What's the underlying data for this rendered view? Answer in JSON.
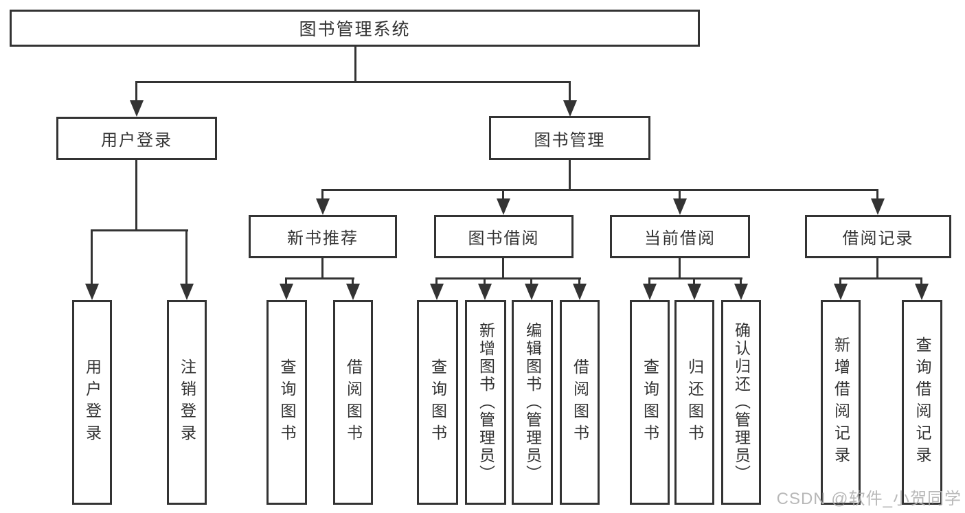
{
  "tree": {
    "root": "图书管理系统",
    "level2": [
      {
        "label": "用户登录"
      },
      {
        "label": "图书管理"
      }
    ],
    "user_login_children": [
      "用户登录",
      "注销登录"
    ],
    "book_mgmt_sections": [
      {
        "label": "新书推荐",
        "children": [
          "查询图书",
          "借阅图书"
        ]
      },
      {
        "label": "图书借阅",
        "children": [
          "查询图书",
          "新增图书（管理员）",
          "编辑图书（管理员）",
          "借阅图书"
        ]
      },
      {
        "label": "当前借阅",
        "children": [
          "查询图书",
          "归还图书",
          "确认归还（管理员）"
        ]
      },
      {
        "label": "借阅记录",
        "children": [
          "新增借阅记录",
          "查询借阅记录"
        ]
      }
    ]
  },
  "watermark": "CSDN @软件_小贺同学",
  "colors": {
    "line": "#333333",
    "text": "#333333",
    "watermark": "#b1b1b1",
    "background": "#ffffff"
  }
}
